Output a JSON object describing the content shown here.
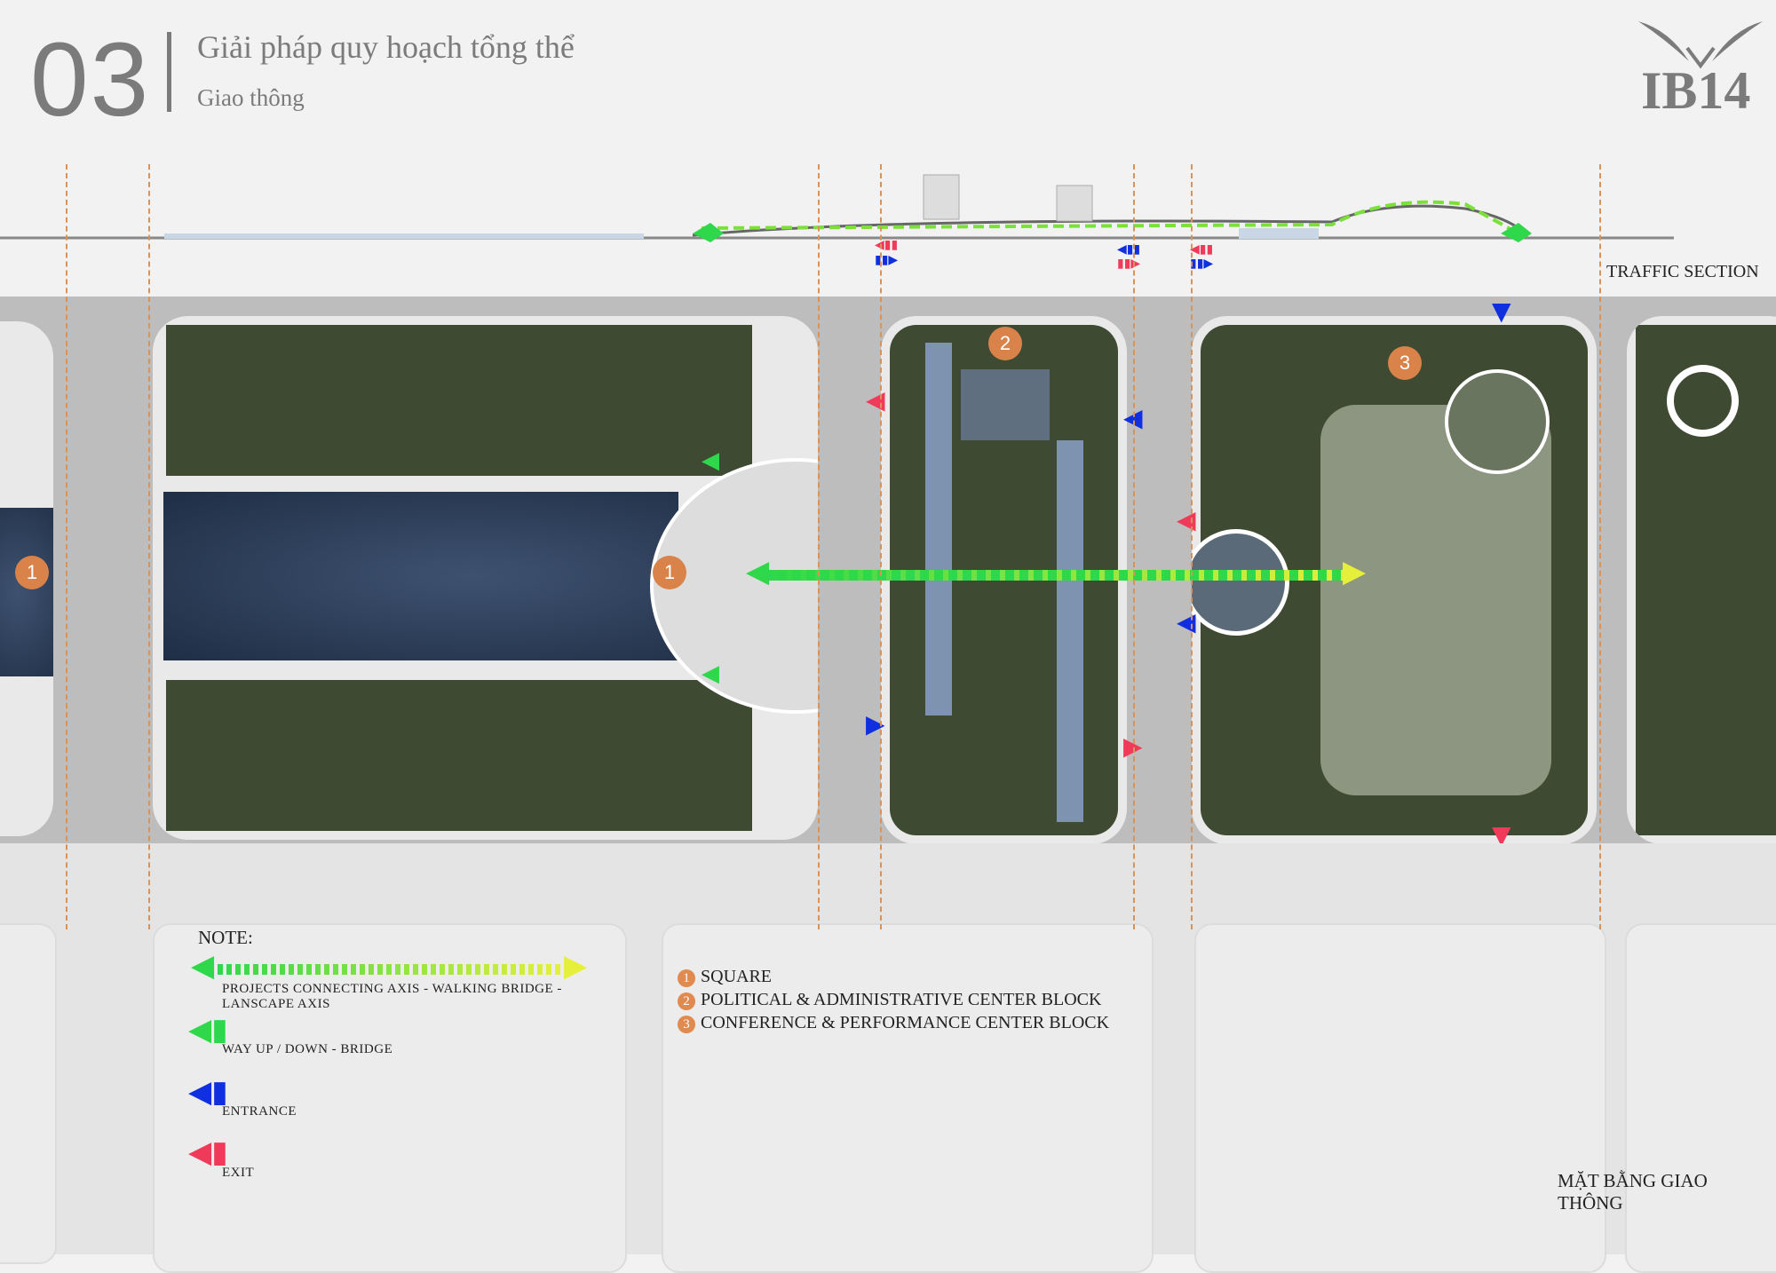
{
  "header": {
    "number": "03",
    "title": "Giải pháp quy hoạch tổng thể",
    "subtitle": "Giao thông",
    "logo_text": "IB14"
  },
  "section": {
    "label": "TRAFFIC SECTION"
  },
  "plan": {
    "title": "MẶT BẰNG GIAO THÔNG",
    "markers": [
      "1",
      "1",
      "2",
      "3"
    ]
  },
  "note": {
    "heading": "NOTE:",
    "items": [
      {
        "label": "PROJECTS CONNECTING AXIS - WALKING BRIDGE - LANSCAPE AXIS",
        "icon": "gradient-double-arrow-icon"
      },
      {
        "label": "WAY UP / DOWN - BRIDGE",
        "icon": "green-arrow-icon"
      },
      {
        "label": "ENTRANCE",
        "icon": "blue-arrow-icon"
      },
      {
        "label": "EXIT",
        "icon": "red-arrow-icon"
      }
    ]
  },
  "legend": [
    {
      "num": "1",
      "label": "SQUARE"
    },
    {
      "num": "2",
      "label": "POLITICAL & ADMINISTRATIVE CENTER BLOCK"
    },
    {
      "num": "3",
      "label": "CONFERENCE & PERFORMANCE CENTER BLOCK"
    }
  ],
  "colors": {
    "axis_green": "#2fd84a",
    "axis_yellow": "#e6f03a",
    "entrance": "#1030e0",
    "exit": "#f03a5a",
    "marker": "#d9834a",
    "dashed_line": "#d8935a"
  }
}
